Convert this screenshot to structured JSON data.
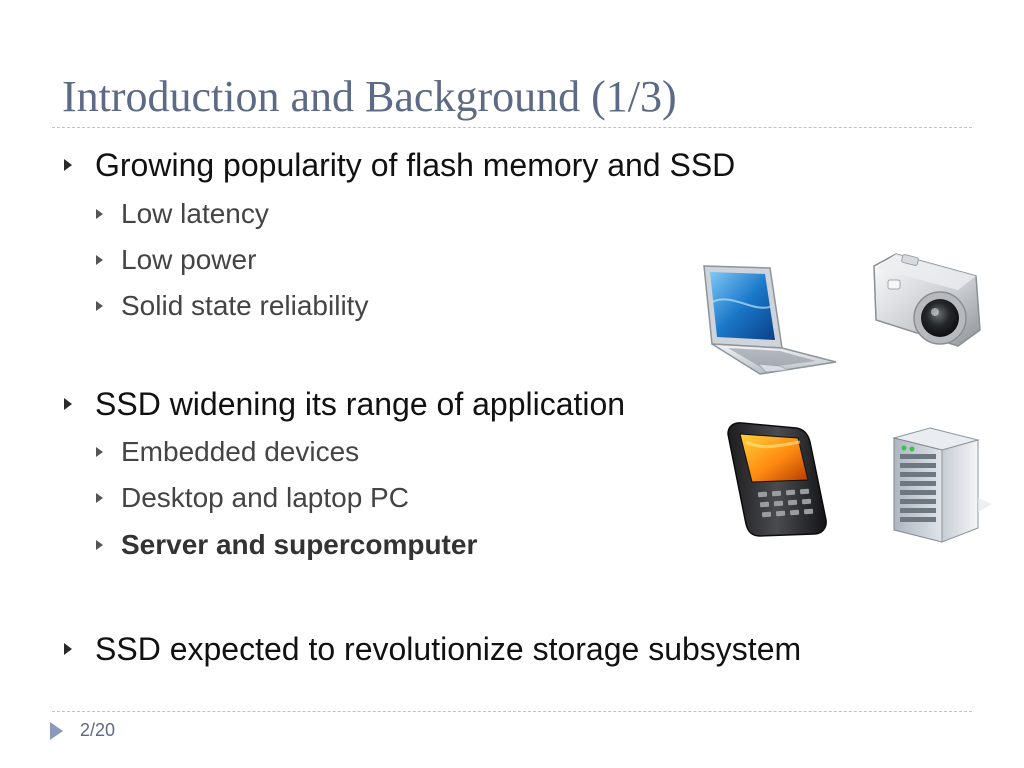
{
  "title": "Introduction and Background (1/3)",
  "bullets": [
    {
      "text": "Growing popularity of flash memory and SSD",
      "subitems": [
        "Low latency",
        "Low power",
        "Solid state reliability"
      ]
    },
    {
      "text": "SSD widening its range of application",
      "subitems": [
        "Embedded devices",
        "Desktop and laptop PC",
        "Server and supercomputer"
      ]
    },
    {
      "text": "SSD expected to revolutionize storage subsystem",
      "subitems": []
    }
  ],
  "emphasized_subitem": "Server and supercomputer",
  "illustrations": [
    "laptop-icon",
    "camera-icon",
    "smartphone-icon",
    "server-icon"
  ],
  "footer": {
    "page": "2/20"
  },
  "colors": {
    "title": "#5c6a85",
    "rule": "#b8c2d0",
    "bullet_text": "#111111",
    "subitem_text": "#444444",
    "footer_arrow": "#8b9aba"
  }
}
